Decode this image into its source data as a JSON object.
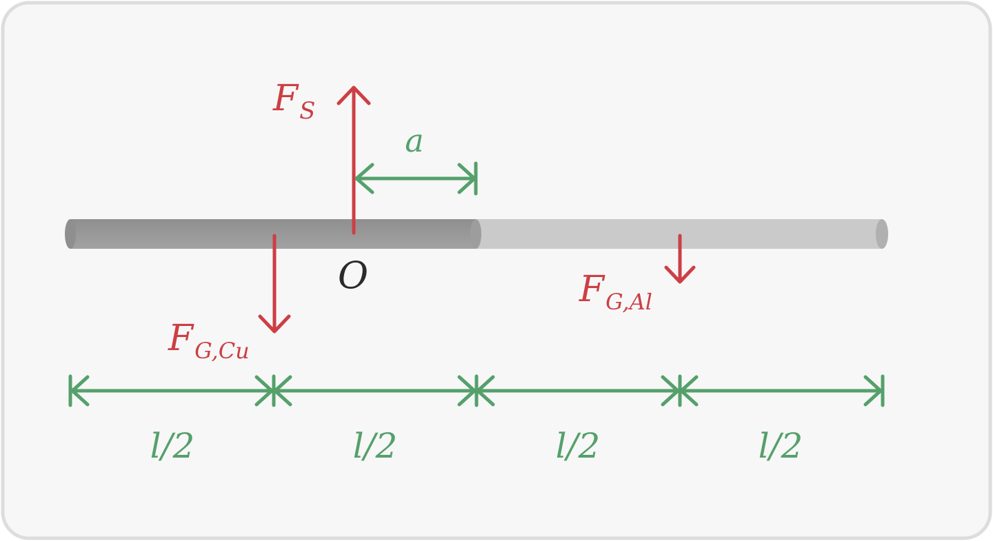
{
  "colors": {
    "background": "#f7f7f7",
    "frame": "#dddddd",
    "force": "#cc3f44",
    "dimension": "#55a06b",
    "copper_rod": "#9a9a9a",
    "copper_rod_dark": "#8a8a8a",
    "aluminium_rod": "#cacaca",
    "aluminium_rod_end": "#b0b0b0",
    "pivot_label": "#2b2b2b"
  },
  "forces": {
    "support": {
      "base": "F",
      "sub": "S"
    },
    "weight_copper": {
      "base": "F",
      "sub": "G,Cu"
    },
    "weight_aluminium": {
      "base": "F",
      "sub": "G,Al"
    }
  },
  "pivot": {
    "label": "O"
  },
  "distance_a": {
    "label": "a"
  },
  "segments": [
    {
      "label": "l/2"
    },
    {
      "label": "l/2"
    },
    {
      "label": "l/2"
    },
    {
      "label": "l/2"
    }
  ]
}
